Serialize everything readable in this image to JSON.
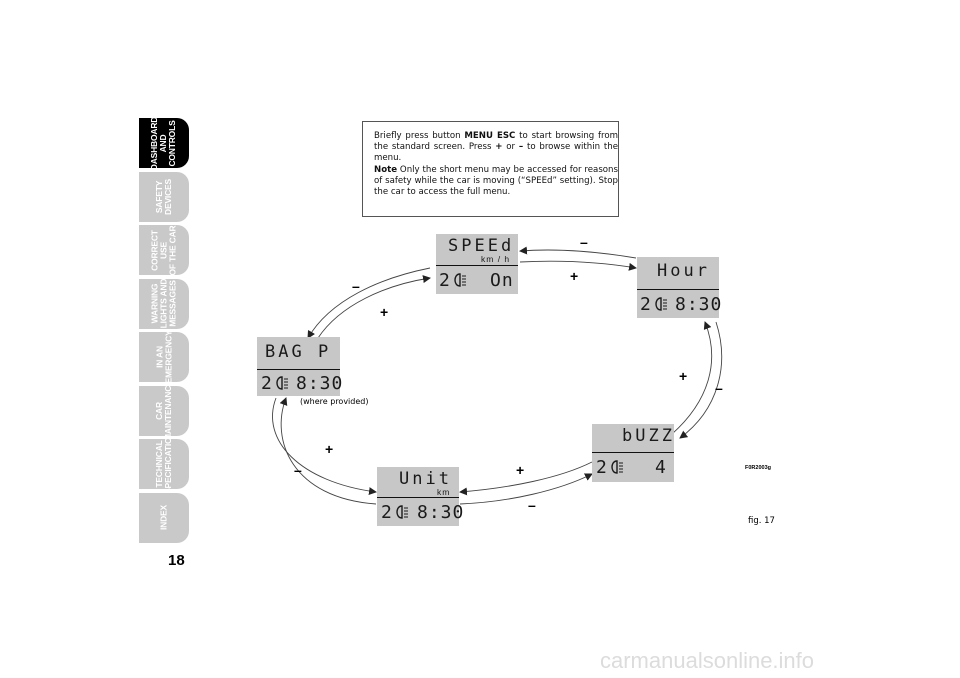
{
  "tabs": [
    {
      "label": "DASHBOARD\nAND CONTROLS",
      "active": true
    },
    {
      "label": "SAFETY\nDEVICES",
      "active": false
    },
    {
      "label": "CORRECT USE\nOF THE CAR",
      "active": false
    },
    {
      "label": "WARNING\nLIGHTS AND\nMESSAGES",
      "active": false
    },
    {
      "label": "IN AN\nEMERGENCY",
      "active": false
    },
    {
      "label": "CAR\nMAINTENANCE",
      "active": false
    },
    {
      "label": "TECHNICAL\nSPECIFICATIONS",
      "active": false
    },
    {
      "label": "INDEX",
      "active": false
    }
  ],
  "page_number": "18",
  "info": {
    "t1": "Briefly press button ",
    "b1": "MENU ESC",
    "t2": " to start browsing from the standard screen. Press ",
    "b2": "+",
    "t3": " or ",
    "b3": "–",
    "t4": " to browse within the menu.",
    "note_label": "Note",
    "note_text": " Only the short menu may be accessed for reasons of safety while the car is moving (“SPEEd” setting). Stop the car to access the full menu."
  },
  "displays": {
    "speed": {
      "top": "SPEEd",
      "unit": "km / h",
      "digit": "2",
      "value": "On"
    },
    "hour": {
      "top": "Hour",
      "digit": "2",
      "value": "8:30"
    },
    "bag": {
      "top": "BAG P",
      "digit": "2",
      "value": "8:30"
    },
    "buzz": {
      "top": "bUZZ",
      "digit": "2",
      "value": "4"
    },
    "unit": {
      "top": "Unit",
      "unit": "km",
      "digit": "2",
      "value": "8:30"
    }
  },
  "signs": {
    "plus": "+",
    "minus": "–"
  },
  "where_provided": "(where provided)",
  "figure_code": "F0R2003g",
  "figure_label": "fig. 17",
  "watermark": "carmanualsonline.info",
  "colors": {
    "tab_inactive": "#c9c9c9",
    "tab_active": "#000000",
    "display_bg": "#c7c7c7"
  }
}
